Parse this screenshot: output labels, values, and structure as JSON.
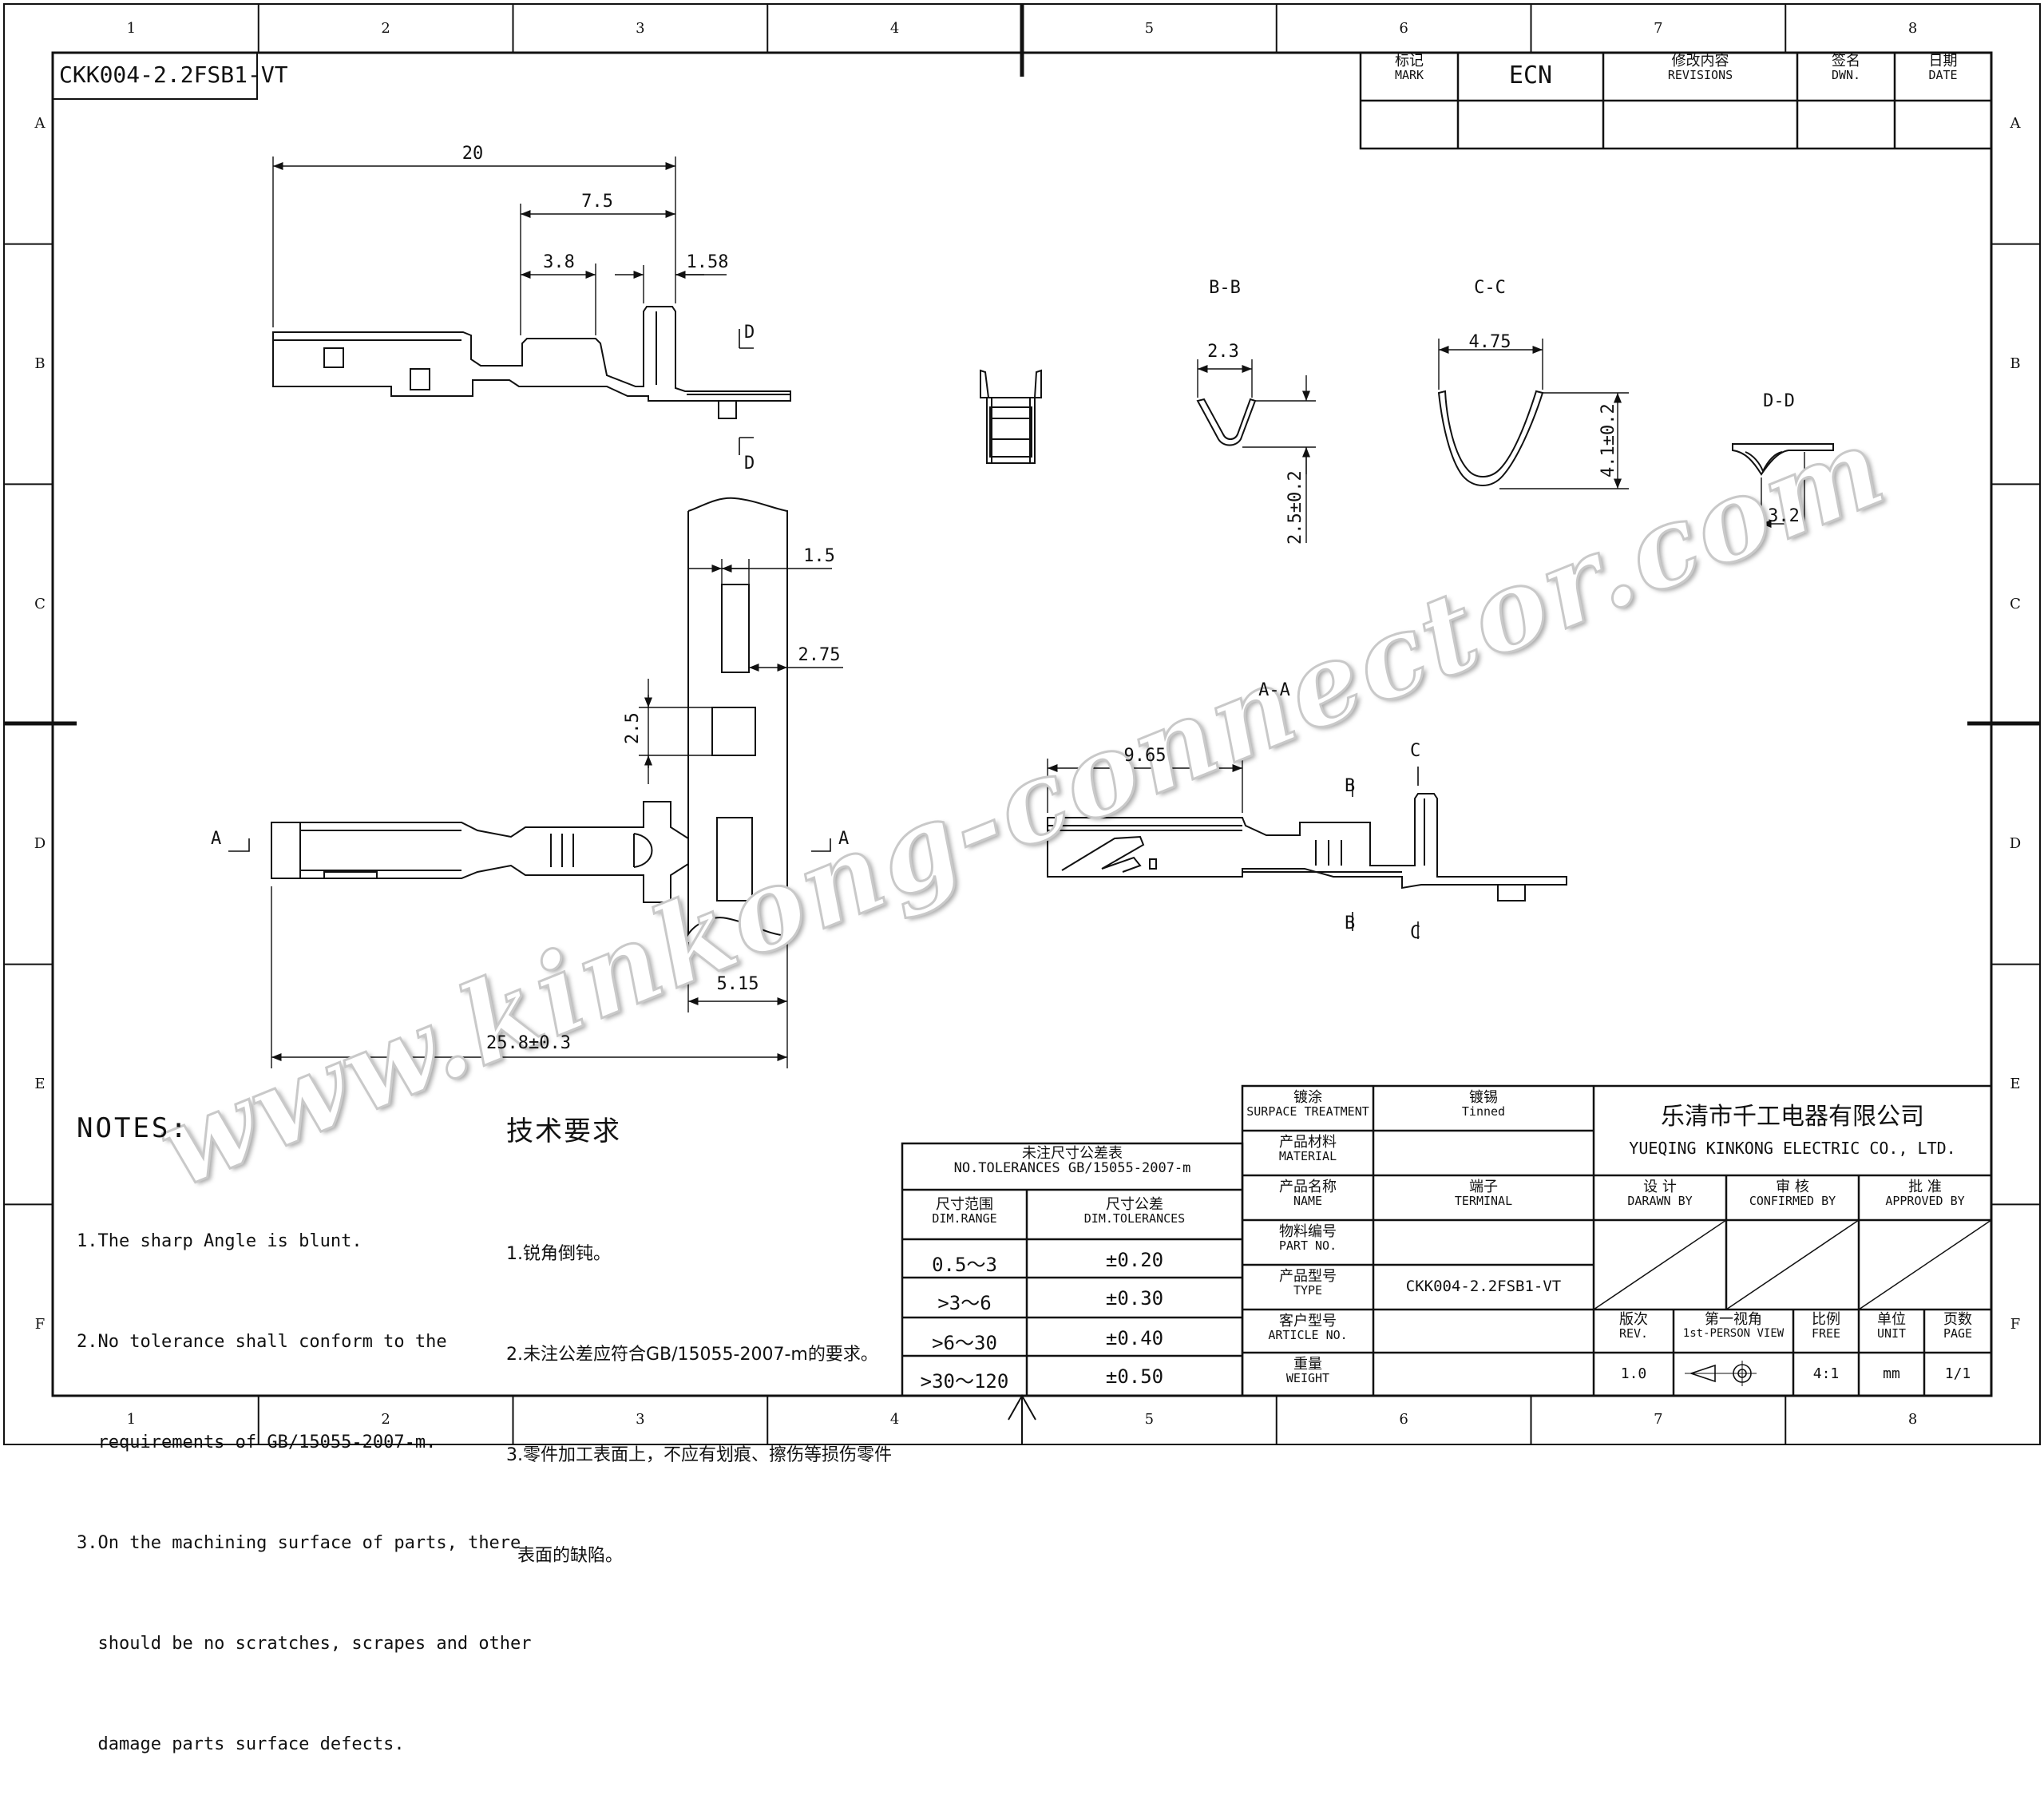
{
  "drawing_no": "CKK004-2.2FSB1-VT",
  "watermark": "www.kinkong-connector.com",
  "zones": {
    "columns": [
      "1",
      "2",
      "3",
      "4",
      "5",
      "6",
      "7",
      "8"
    ],
    "rows": [
      "A",
      "B",
      "C",
      "D",
      "E",
      "F"
    ]
  },
  "revision_block": {
    "mark_cn": "标记",
    "mark_en": "MARK",
    "ecn": "ECN",
    "revisions_cn": "修改内容",
    "revisions_en": "REVISIONS",
    "dwn_cn": "签名",
    "dwn_en": "DWN.",
    "date_cn": "日期",
    "date_en": "DATE"
  },
  "dimensions": {
    "side_20": "20",
    "side_7_5": "7.5",
    "side_3_8": "3.8",
    "side_1_58": "1.58",
    "top_1_5": "1.5",
    "top_2_75": "2.75",
    "top_2_5": "2.5",
    "top_5_15": "5.15",
    "top_25_8": "25.8±0.3",
    "aa_9_65": "9.65",
    "bb_2_3": "2.3",
    "bb_2_5": "2.5±0.2",
    "cc_4_75": "4.75",
    "cc_4_1": "4.1±0.2",
    "dd_3_2": "3.2"
  },
  "section_labels": {
    "bb": "B-B",
    "cc": "C-C",
    "dd": "D-D",
    "aa": "A-A",
    "A": "A",
    "B": "B",
    "C": "C",
    "D": "D"
  },
  "notes_en": {
    "title": "NOTES:",
    "lines": [
      "1.The sharp Angle is blunt.",
      "2.No tolerance shall conform to the",
      "  requirements of GB/15055-2007-m.",
      "3.On the machining surface of parts, there",
      "  should be no scratches, scrapes and other",
      "  damage parts surface defects."
    ]
  },
  "notes_cn": {
    "title": "技术要求",
    "lines": [
      "1.锐角倒钝。",
      "2.未注公差应符合GB/15055-2007-m的要求。",
      "3.零件加工表面上，不应有划痕、擦伤等损伤零件",
      "  表面的缺陷。"
    ]
  },
  "tolerance_table": {
    "title_cn": "未注尺寸公差表",
    "title_en": "NO.TOLERANCES GB/15055-2007-m",
    "col1_cn": "尺寸范围",
    "col1_en": "DIM.RANGE",
    "col2_cn": "尺寸公差",
    "col2_en": "DIM.TOLERANCES",
    "rows": [
      {
        "range": "0.5～3",
        "tol": "±0.20"
      },
      {
        "range": ">3～6",
        "tol": "±0.30"
      },
      {
        "range": ">6～30",
        "tol": "±0.40"
      },
      {
        "range": ">30～120",
        "tol": "±0.50"
      }
    ]
  },
  "title_block": {
    "surface_cn": "镀涂",
    "surface_en": "SURPACE TREATMENT",
    "surface_val_cn": "镀锡",
    "surface_val_en": "Tinned",
    "material_cn": "产品材料",
    "material_en": "MATERIAL",
    "name_cn": "产品名称",
    "name_en": "NAME",
    "name_val_cn": "端子",
    "name_val_en": "TERMINAL",
    "partno_cn": "物料编号",
    "partno_en": "PART NO.",
    "type_cn": "产品型号",
    "type_en": "TYPE",
    "type_val": "CKK004-2.2FSB1-VT",
    "article_cn": "客户型号",
    "article_en": "ARTICLE NO.",
    "weight_cn": "重量",
    "weight_en": "WEIGHT",
    "company_cn": "乐清市千工电器有限公司",
    "company_en": "YUEQING KINKONG ELECTRIC CO., LTD.",
    "drawn_cn": "设 计",
    "drawn_en": "DARAWN BY",
    "confirmed_cn": "审 核",
    "confirmed_en": "CONFIRMED BY",
    "approved_cn": "批 准",
    "approved_en": "APPROVED BY",
    "rev_cn": "版次",
    "rev_en": "REV.",
    "rev_val": "1.0",
    "view_cn": "第一视角",
    "view_en": "1st-PERSON VIEW",
    "scale_cn": "比例",
    "scale_en": "FREE",
    "scale_val": "4:1",
    "unit_cn": "单位",
    "unit_en": "UNIT",
    "unit_val": "mm",
    "page_cn": "页数",
    "page_en": "PAGE",
    "page_val": "1/1"
  }
}
